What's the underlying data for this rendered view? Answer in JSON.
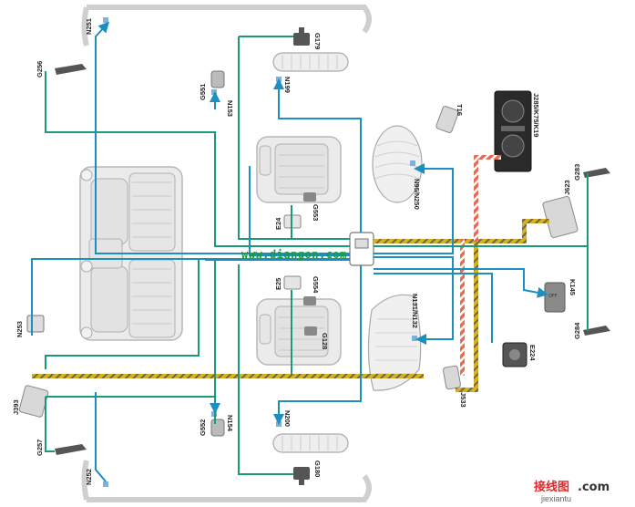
{
  "labels": {
    "n251": "N251",
    "g256": "G256",
    "g551": "G551",
    "n153": "N153",
    "g179": "G179",
    "n199": "N199",
    "t16": "T16",
    "j285": "J285/K75/K19",
    "n95": "N95/N250",
    "g283": "G283",
    "j623": "J623",
    "e24": "E24",
    "g553": "G553",
    "e25": "E25",
    "g554": "G554",
    "k145": "K145",
    "n131": "N131/N132",
    "g128": "G128",
    "g284": "G284",
    "n253": "N253",
    "e224": "E224",
    "j393": "J393",
    "j533": "J533",
    "g552": "G552",
    "n154": "N154",
    "n200": "N200",
    "g257": "G257",
    "n252": "N252",
    "g180": "G180"
  },
  "watermark": {
    "url": "www.diangon.com",
    "brand": "接线图",
    "dotcom": ".com",
    "site": "jiexiantu"
  },
  "colors": {
    "bus": "#1a9a78",
    "can": "#d8b020",
    "can_stripe": "#6a6a4a",
    "diag": "#e86a50",
    "arrow": "#1a8fc0",
    "seat": "#ebebeb",
    "outline": "#b8b8b8"
  }
}
